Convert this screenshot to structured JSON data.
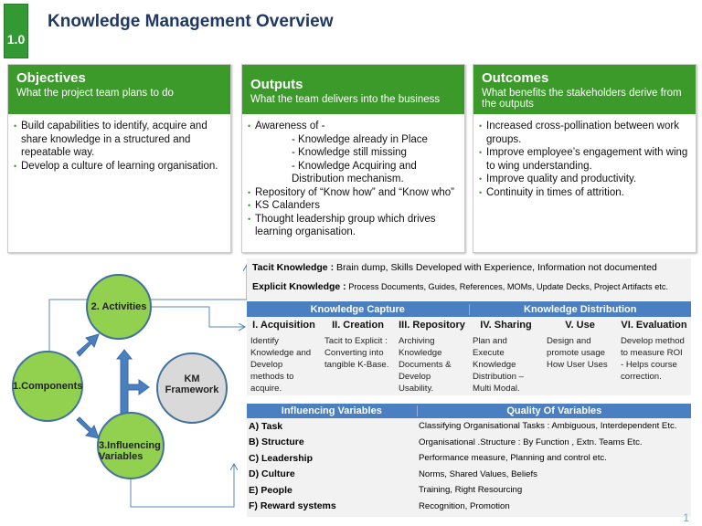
{
  "slide": {
    "number": "1.0",
    "title": "Knowledge Management Overview",
    "page": "1"
  },
  "panels": [
    {
      "title": "Objectives",
      "subtitle": "What the project team plans to do",
      "items": [
        {
          "text": "Build capabilities to identify, acquire and share knowledge in a structured and repeatable way.",
          "level": 0
        },
        {
          "text": "Develop a culture of learning organisation.",
          "level": 0
        }
      ]
    },
    {
      "title": "Outputs",
      "subtitle": "What the team delivers into the business",
      "items": [
        {
          "text": "Awareness of -",
          "level": 0
        },
        {
          "text": "- Knowledge already in Place",
          "level": 1
        },
        {
          "text": "- Knowledge still missing",
          "level": 1
        },
        {
          "text": "- Knowledge Acquiring and Distribution mechanism.",
          "level": 1
        },
        {
          "text": "Repository of “Know how” and “Know who”",
          "level": 0
        },
        {
          "text": "KS Calanders",
          "level": 0
        },
        {
          "text": "Thought leadership group which drives learning organisation.",
          "level": 0
        }
      ]
    },
    {
      "title": "Outcomes",
      "subtitle": "What benefits the stakeholders derive from the outputs",
      "items": [
        {
          "text": "Increased  cross-pollination between work groups.",
          "level": 0
        },
        {
          "text": "Improve employee’s engagement with wing to wing understanding.",
          "level": 0
        },
        {
          "text": "Improve quality and productivity.",
          "level": 0
        },
        {
          "text": "Continuity in times of attrition.",
          "level": 0
        }
      ]
    }
  ],
  "diagram": {
    "activities": "2. Activities",
    "components": "1.Components",
    "influencing": "3.Influencing Variables",
    "framework": "KM Framework"
  },
  "knowledge_types": {
    "tacit_label": "Tacit Knowledge :",
    "tacit_text": " Brain dump, Skills Developed with Experience, Information not documented",
    "explicit_label": "Explicit Knowledge :",
    "explicit_text": " Process Documents, Guides, References, MOMs, Update Decks, Project Artifacts etc."
  },
  "knowledge": {
    "capture": "Knowledge Capture",
    "distribution": "Knowledge Distribution",
    "columns": [
      {
        "head": "I. Acquisition",
        "body": "Identify Knowledge and Develop methods to acquire."
      },
      {
        "head": "II. Creation",
        "body": "Tacit to Explicit : Converting into tangible K-Base."
      },
      {
        "head": "III. Repository",
        "body": "Archiving Knowledge Documents & Develop Usability."
      },
      {
        "head": "IV. Sharing",
        "body": "Plan and Execute Knowledge Distribution – Multi Modal."
      },
      {
        "head": "V. Use",
        "body": "Design and promote usage  How User Uses"
      },
      {
        "head": "VI. Evaluation",
        "body": "Develop method to measure ROI - Helps course correction."
      }
    ]
  },
  "variables": {
    "head_left": "Influencing Variables",
    "head_right": "Quality Of Variables",
    "rows": [
      {
        "name": "A) Task",
        "quality": "Classifying Organisational Tasks : Ambiguous, Interdependent Etc."
      },
      {
        "name": "B) Structure",
        "quality": "Organisational .Structure : By Function , Extn. Teams Etc."
      },
      {
        "name": "C) Leadership",
        "quality": "Performance measure, Planning and control etc."
      },
      {
        "name": "D) Culture",
        "quality": "Norms, Shared Values, Beliefs"
      },
      {
        "name": "E) People",
        "quality": "Training,  Right Resourcing"
      },
      {
        "name": "F) Reward systems",
        "quality": "Recognition, Promotion"
      }
    ]
  },
  "colors": {
    "green": "#3b9a2a",
    "blue": "#4a7fc1",
    "circle": "#92d050",
    "navy": "#1f3864"
  }
}
